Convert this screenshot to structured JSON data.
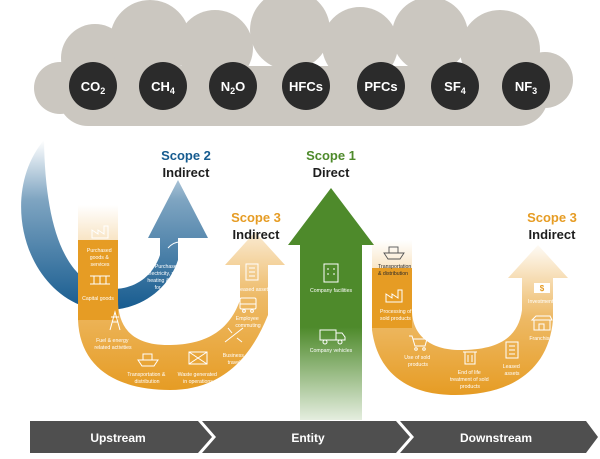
{
  "gases": [
    {
      "base": "CO",
      "sub": "2"
    },
    {
      "base": "CH",
      "sub": "4"
    },
    {
      "base": "N",
      "sub": "2",
      "tail": "O"
    },
    {
      "base": "HFCs",
      "sub": ""
    },
    {
      "base": "PFCs",
      "sub": ""
    },
    {
      "base": "SF",
      "sub": "4"
    },
    {
      "base": "NF",
      "sub": "3"
    }
  ],
  "scopes": {
    "scope2": {
      "title": "Scope 2",
      "type": "Indirect",
      "color": "#165b8f"
    },
    "scope1": {
      "title": "Scope 1",
      "type": "Direct",
      "color": "#4e8a2b"
    },
    "scope3_up": {
      "title": "Scope 3",
      "type": "Indirect",
      "color": "#e69c24"
    },
    "scope3_down": {
      "title": "Scope 3",
      "type": "Indirect",
      "color": "#e69c24"
    }
  },
  "scope2_item": [
    "Purchased",
    "electricity, steam,",
    "heating & cooling",
    "for own use"
  ],
  "scope1_items": {
    "facilities": "Company facilities",
    "vehicles": "Company vehicles"
  },
  "upstream_items": {
    "purchased_goods": [
      "Purchased",
      "goods &",
      "services"
    ],
    "capital_goods": [
      "Capital goods"
    ],
    "fuel_energy": [
      "Fuel & energy",
      "related activities"
    ],
    "transport": [
      "Transportation &",
      "distribution"
    ],
    "waste": [
      "Waste generated",
      "in operations"
    ],
    "business_travel": [
      "Business",
      "travel"
    ],
    "employee_commuting": [
      "Employee",
      "commuting"
    ],
    "leased_assets": [
      "Leased assets"
    ]
  },
  "downstream_items": {
    "transport": [
      "Transportation",
      "& distribution"
    ],
    "processing": [
      "Processing of",
      "sold products"
    ],
    "use": [
      "Use of sold",
      "products"
    ],
    "end_of_life": [
      "End of life",
      "treatment of sold",
      "products"
    ],
    "leased_assets": [
      "Leased",
      "assets"
    ],
    "franchises": [
      "Franchises"
    ],
    "investments": [
      "Investments"
    ]
  },
  "bands": {
    "upstream": "Upstream",
    "entity": "Entity",
    "downstream": "Downstream"
  },
  "colors": {
    "cloud": "#cbc7c0",
    "gas_circle": "#2b2b2b",
    "band": "#4f4f4f",
    "orange": "#e69c24",
    "blue": "#165b8f",
    "green": "#4e8a2b"
  }
}
